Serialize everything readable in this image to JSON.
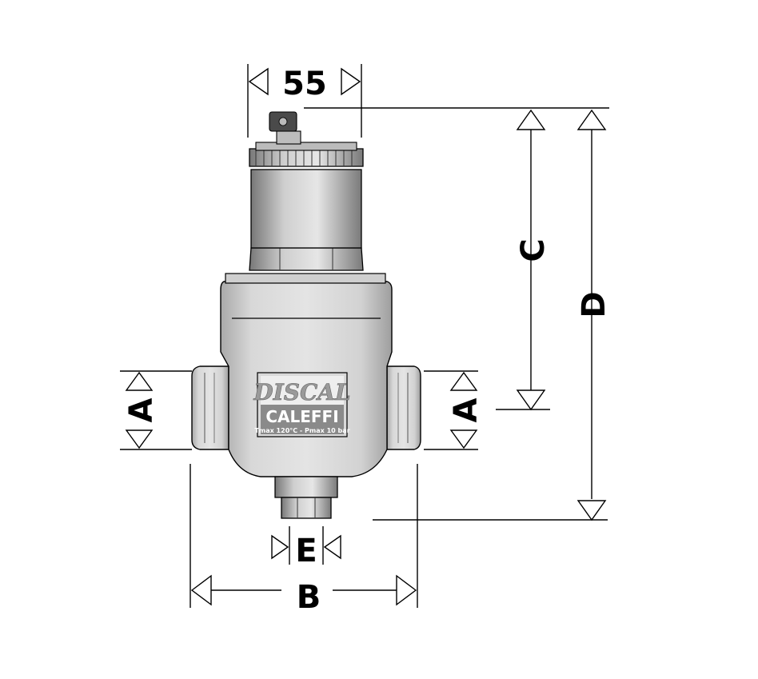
{
  "dimensions": {
    "top_width": "55",
    "height_c": "C",
    "height_d": "D",
    "port_left": "A",
    "port_right": "A",
    "bottom_fitting": "E",
    "overall_width": "B"
  },
  "label_plate": {
    "product": "DISCAL",
    "brand": "CALEFFI",
    "ratings": "Tmax 120°C - Pmax 10 bar"
  },
  "colors": {
    "body_fill": "#dcdcdc",
    "body_shade": "#b4b4b4",
    "plate_fill": "#8a8a8a",
    "line": "#000000"
  }
}
